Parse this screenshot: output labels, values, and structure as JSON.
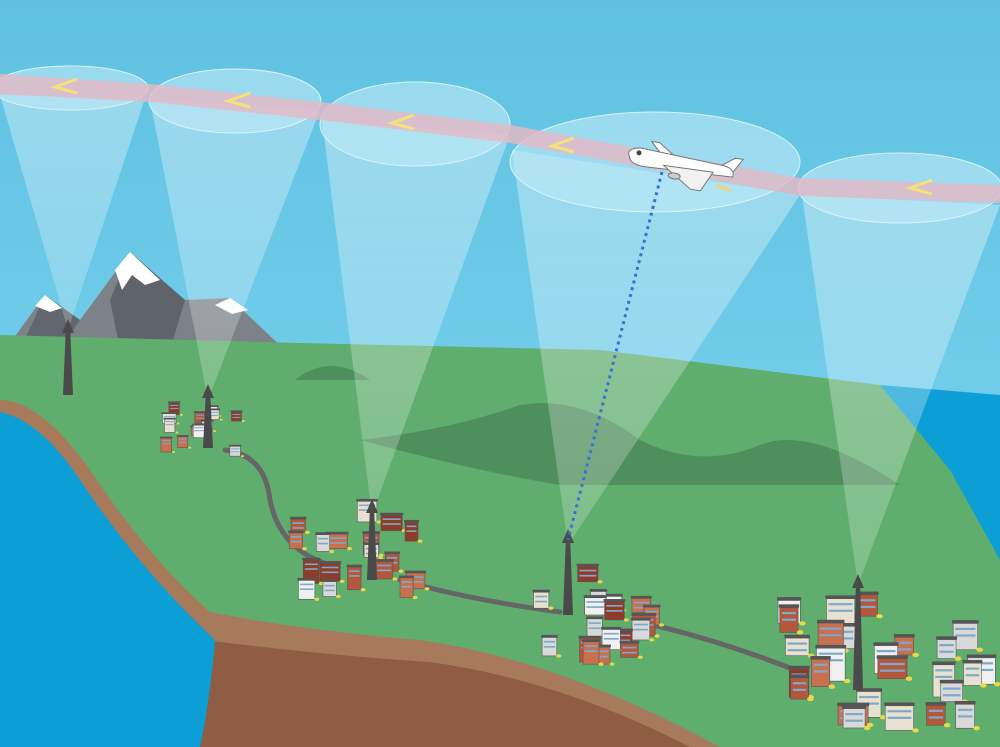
{
  "scene": {
    "description_free": true,
    "colors": {
      "sky_top": "#5fc1e2",
      "sky_horizon": "#b4ecf7",
      "land": "#5fae6e",
      "hill": "#4c8a5a",
      "cliff": "#a87a5c",
      "cliff_dark": "#8e5d43",
      "ocean": "#0c9fd6",
      "flight_path": "#e7b8c4",
      "coverage": "#bfeaf7",
      "chevron": "#f3e27a",
      "beam": "#ffffff",
      "tower": "#4a4a4a",
      "road": "#666666",
      "link": "#3b6fd8",
      "mountain": "#7d8288",
      "snow": "#ffffff"
    },
    "icons": [
      "airplane-icon",
      "tower-icon",
      "chevron-left-icon",
      "building-icon"
    ],
    "coverage_cells": 5,
    "towers": 5,
    "towns": 4
  }
}
